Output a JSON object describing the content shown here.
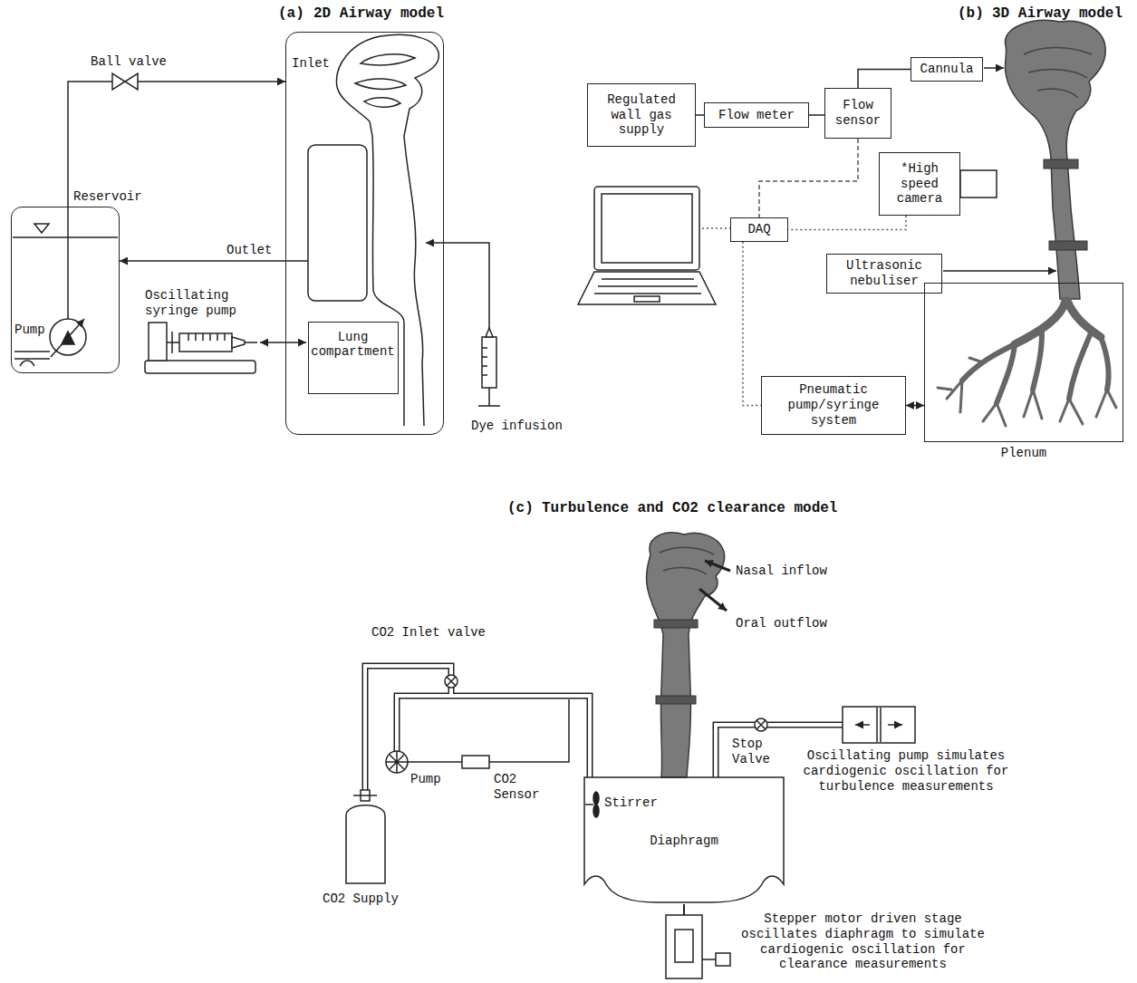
{
  "diagram": {
    "nodes": [
      {
        "text": [
          "2D Airway model"
        ]
      },
      {
        "text": [
          "Lung compartment"
        ],
        "in": 0
      },
      {
        "text": [
          "Reservoir"
        ]
      },
      {
        "text": [
          "Regulated wall gas supply"
        ]
      },
      {
        "text": [
          "Flow meter"
        ]
      },
      {
        "text": [
          "Flow sensor"
        ]
      },
      {
        "text": [
          "Cannula"
        ]
      },
      {
        "text": [
          "*High speed camera"
        ]
      },
      {
        "text": [
          "DAQ"
        ]
      },
      {
        "text": [
          "Ultrasonic nebuliser"
        ]
      },
      {
        "text": [
          "Pneumatic pump/syringe system"
        ]
      },
      {
        "text": [
          "Plenum"
        ]
      },
      {
        "text": [
          "Stirrer",
          "Diaphragm"
        ]
      }
    ],
    "edges": [
      {
        "from": 2,
        "to": 0,
        "arrow": "to"
      },
      {
        "from": 0,
        "to": 2,
        "arrow": "to"
      },
      {
        "from": 3,
        "to": 4,
        "arrow": "none"
      },
      {
        "from": 4,
        "to": 5,
        "arrow": "none"
      },
      {
        "from": 5,
        "to": 6,
        "arrow": "none"
      },
      {
        "from": 5,
        "to": 8,
        "arrow": "none"
      },
      {
        "from": 7,
        "to": 8,
        "arrow": "none"
      },
      {
        "from": 8,
        "to": 10,
        "arrow": "none"
      },
      {
        "from": 10,
        "to": 11,
        "arrow": "both"
      }
    ],
    "labels": [
      "(a)",
      "Inlet",
      "Ball valve",
      "Pump",
      "Outlet",
      "Oscillating syringe pump",
      "Dye infusion",
      "(b)",
      "3D Airway model",
      "(c)",
      "Turbulence and CO2 clearance model",
      "Nasal inflow",
      "Oral outflow",
      "CO2 Inlet valve",
      "Pump",
      "CO2 Sensor",
      "CO2 Supply",
      "Stop Valve",
      "Oscillating pump simulates cardiogenic oscillation for turbulence measurements",
      "Stepper motor driven stage oscillates diaphragm to simulate cardiogenic oscillation for clearance measurements"
    ]
  }
}
